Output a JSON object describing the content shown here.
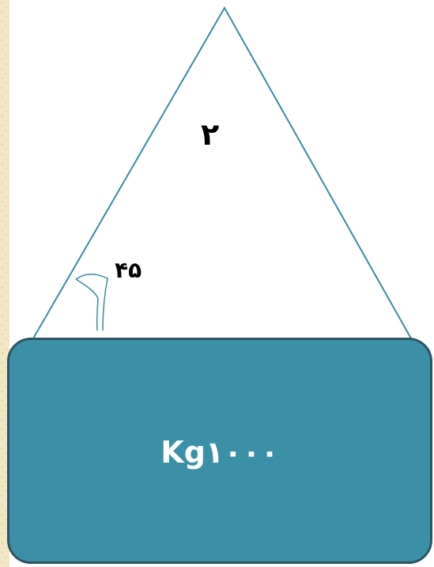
{
  "diagram": {
    "apex_label": "٢",
    "angle_label": "۴۵",
    "weight_label": "Kg۱۰۰۰"
  },
  "colors": {
    "triangle_stroke": "#3a8aa8",
    "box_fill": "#3b8fa6",
    "box_border": "#2c5561",
    "text_on_box": "#ffffff",
    "label_text": "#000000"
  }
}
